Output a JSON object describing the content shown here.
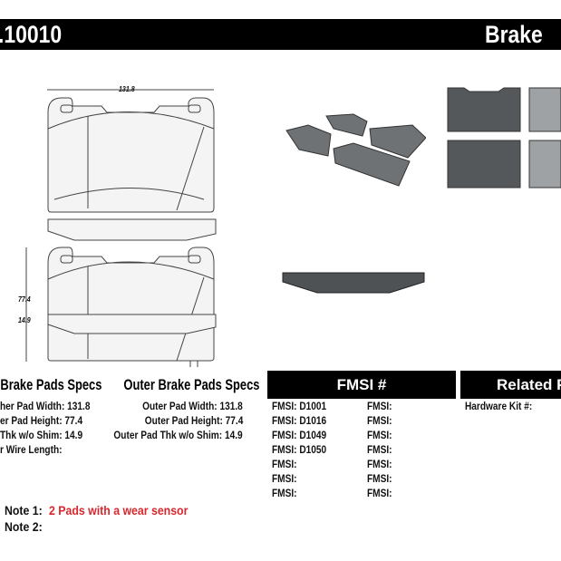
{
  "header": {
    "part_number": ".10010",
    "title": "Brake F"
  },
  "drawing": {
    "width_dim": "131.8",
    "height_dim": "77.4",
    "thickness_dim": "14.9"
  },
  "table": {
    "headers": [
      "Brake Pads Specs",
      "Outer Brake Pads Specs",
      "FMSI #",
      "Related Par"
    ],
    "inner_specs": [
      "her Pad Width: 131.8",
      "er Pad Height: 77.4",
      "Thk w/o Shim: 14.9",
      "r Wire Length:"
    ],
    "outer_specs": [
      "Outer Pad Width: 131.8",
      "Outer Pad Height: 77.4",
      "Outer Pad Thk w/o Shim: 14.9"
    ],
    "fmsi_col1": [
      "FMSI:  D1001",
      "FMSI:  D1016",
      "FMSI:  D1049",
      "FMSI:  D1050",
      "FMSI:",
      "FMSI:",
      "FMSI:"
    ],
    "fmsi_col2": [
      "FMSI:",
      "FMSI:",
      "FMSI:",
      "FMSI:",
      "FMSI:",
      "FMSI:",
      "FMSI:"
    ],
    "related": [
      "Hardware Kit #:"
    ]
  },
  "notes": {
    "note1_label": "Note 1:",
    "note1_value": "2 Pads with a wear sensor",
    "note2_label": "Note 2:"
  },
  "colors": {
    "note_red": "#d8282e",
    "header_bg": "#000000",
    "pad_gray": "#6b6e70"
  }
}
